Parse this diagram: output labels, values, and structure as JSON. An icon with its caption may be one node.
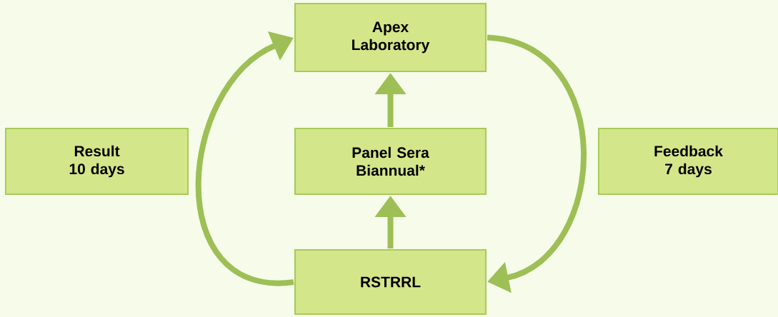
{
  "diagram": {
    "nodes": [
      {
        "text": [
          "Apex Laboratory"
        ]
      },
      {
        "text": [
          "Result 10 days"
        ]
      },
      {
        "text": [
          "Panel Sera Biannual*"
        ]
      },
      {
        "text": [
          "Feedback 7 days"
        ]
      },
      {
        "text": [
          "RSTRRL"
        ]
      }
    ],
    "edges": [
      {
        "from": 4,
        "to": 0,
        "arrow": "to"
      },
      {
        "from": 0,
        "to": 4,
        "arrow": "to"
      },
      {
        "from": 4,
        "to": 2,
        "arrow": "to"
      },
      {
        "from": 2,
        "to": 0,
        "arrow": "to"
      }
    ]
  }
}
